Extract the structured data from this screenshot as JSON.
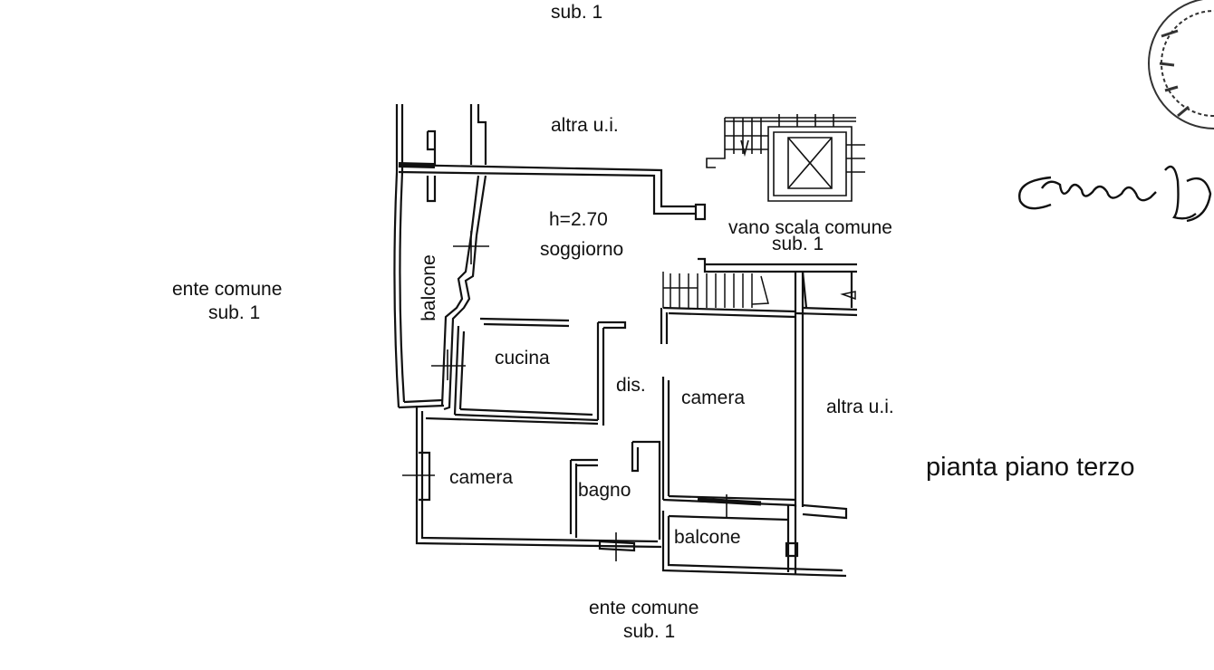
{
  "plan_title": "pianta piano terzo",
  "ceiling_height": "h=2.70",
  "rooms": {
    "soggiorno": "soggiorno",
    "cucina": "cucina",
    "dis": "dis.",
    "camera_right": "camera",
    "camera_left": "camera",
    "bagno": "bagno",
    "balcone_left": "balcone",
    "balcone_bottom": "balcone"
  },
  "surroundings": {
    "top_sub": "sub. 1",
    "altra_top": "altra u.i.",
    "vano_scala_line1": "vano scala comune",
    "vano_scala_line2": "sub. 1",
    "ente_left_line1": "ente comune",
    "ente_left_line2": "sub. 1",
    "altra_right": "altra u.i.",
    "ente_bottom_line1": "ente comune",
    "ente_bottom_line2": "sub. 1"
  },
  "stamp_and_signature": "official stamp and handwritten signature",
  "colors": {
    "ink": "#111111",
    "paper": "#ffffff"
  }
}
